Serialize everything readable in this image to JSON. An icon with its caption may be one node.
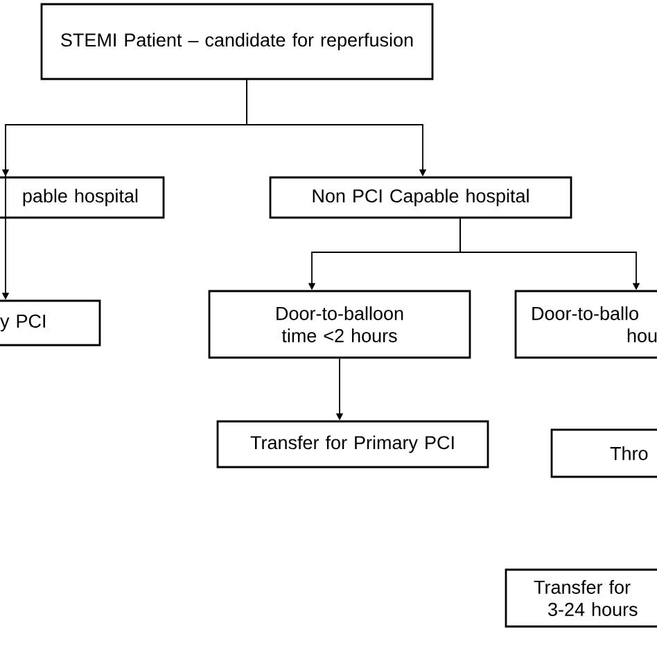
{
  "diagram": {
    "nodes": [
      {
        "text": [
          "STEMI Patient – candidate for reperfusion"
        ]
      },
      {
        "text": [
          "pable hospital"
        ]
      },
      {
        "text": [
          "Non PCI Capable hospital"
        ]
      },
      {
        "text": [
          "y PCI"
        ]
      },
      {
        "text": [
          "Door-to-balloon time <2 hours"
        ]
      },
      {
        "text": [
          "Door-to-ballo",
          "hou"
        ]
      },
      {
        "text": [
          "Transfer for Primary PCI"
        ]
      },
      {
        "text": [
          "Thro"
        ]
      },
      {
        "text": [
          "Transfer for",
          "3-24 hours"
        ]
      }
    ],
    "edges": [
      {
        "from": 0,
        "to": 1,
        "arrow": "to"
      },
      {
        "from": 0,
        "to": 2,
        "arrow": "to"
      },
      {
        "from": 1,
        "to": 3,
        "arrow": "to"
      },
      {
        "from": 2,
        "to": 4,
        "arrow": "to"
      },
      {
        "from": 2,
        "to": 5,
        "arrow": "to"
      },
      {
        "from": 4,
        "to": 6,
        "arrow": "to"
      }
    ]
  }
}
